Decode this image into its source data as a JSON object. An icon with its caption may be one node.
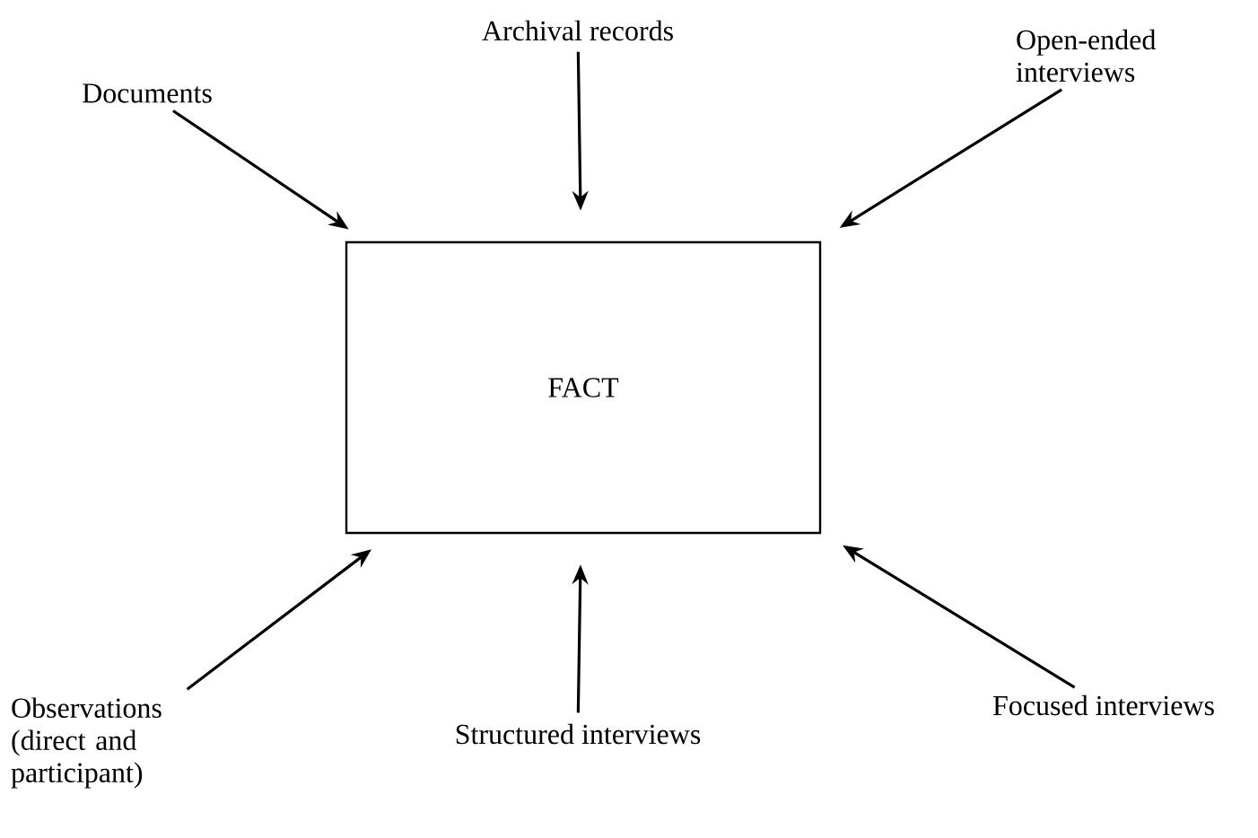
{
  "diagram": {
    "nodes": [
      {
        "text": [
          "FACT"
        ]
      },
      {
        "text": [
          "Documents"
        ]
      },
      {
        "text": [
          "Archival records"
        ]
      },
      {
        "text": [
          "Open-ended interviews"
        ]
      },
      {
        "text": [
          "Observations (direct and participant)"
        ]
      },
      {
        "text": [
          "Structured interviews"
        ]
      },
      {
        "text": [
          "Focused interviews"
        ]
      }
    ],
    "edges": [
      {
        "from": 1,
        "to": 0,
        "arrow": "to"
      },
      {
        "from": 2,
        "to": 0,
        "arrow": "to"
      },
      {
        "from": 3,
        "to": 0,
        "arrow": "to"
      },
      {
        "from": 4,
        "to": 0,
        "arrow": "to"
      },
      {
        "from": 5,
        "to": 0,
        "arrow": "to"
      },
      {
        "from": 6,
        "to": 0,
        "arrow": "to"
      }
    ]
  }
}
